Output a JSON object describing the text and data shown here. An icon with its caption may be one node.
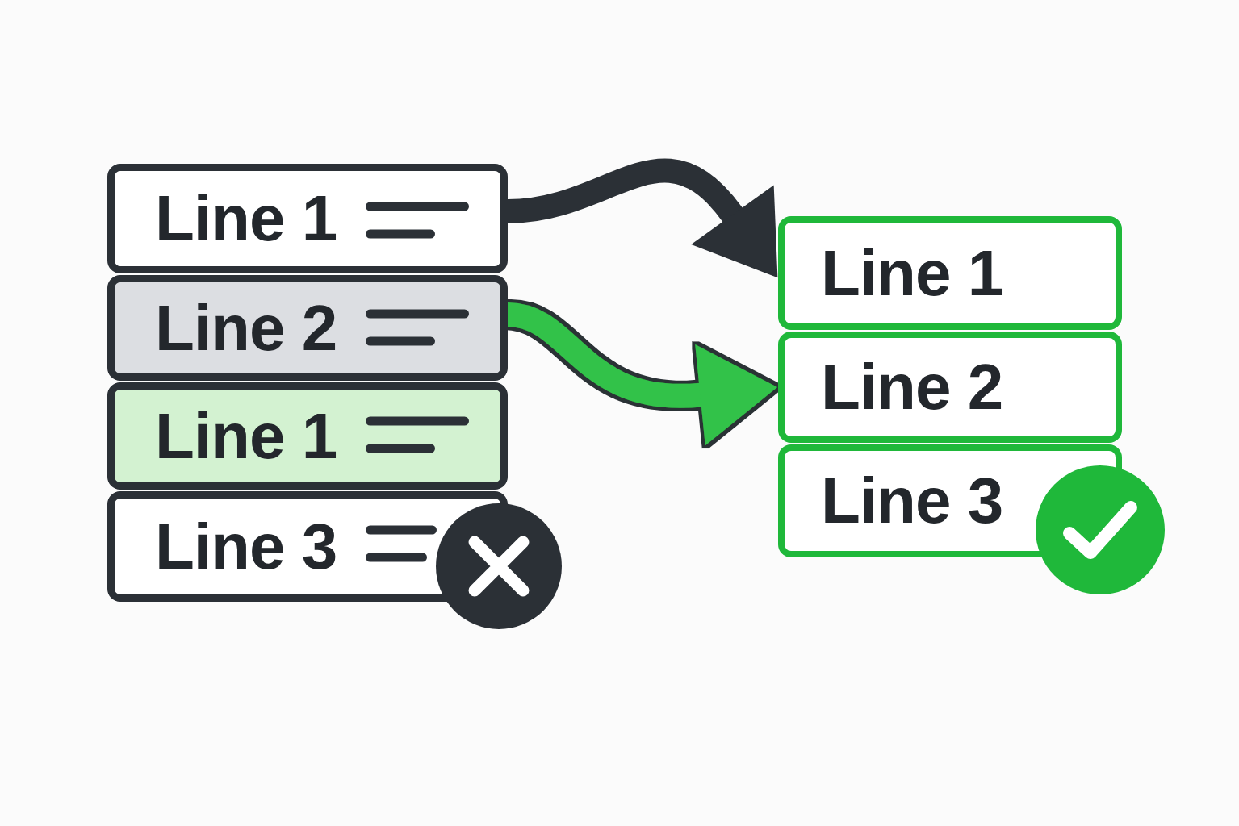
{
  "diagram": {
    "nodes": [
      {
        "text": [
          "Line 1"
        ]
      },
      {
        "text": [
          "Line 2"
        ]
      },
      {
        "text": [
          "Line 1"
        ]
      },
      {
        "text": [
          "Line 3"
        ]
      },
      {
        "text": [
          "Line 1"
        ]
      },
      {
        "text": [
          "Line 2"
        ]
      },
      {
        "text": [
          "Line 3"
        ]
      }
    ],
    "edges": [
      {
        "from": 0,
        "to": 4,
        "arrow": "to",
        "color": "#2b3036"
      },
      {
        "from": 1,
        "to": 5,
        "arrow": "to",
        "color": "#33c24a"
      }
    ]
  }
}
